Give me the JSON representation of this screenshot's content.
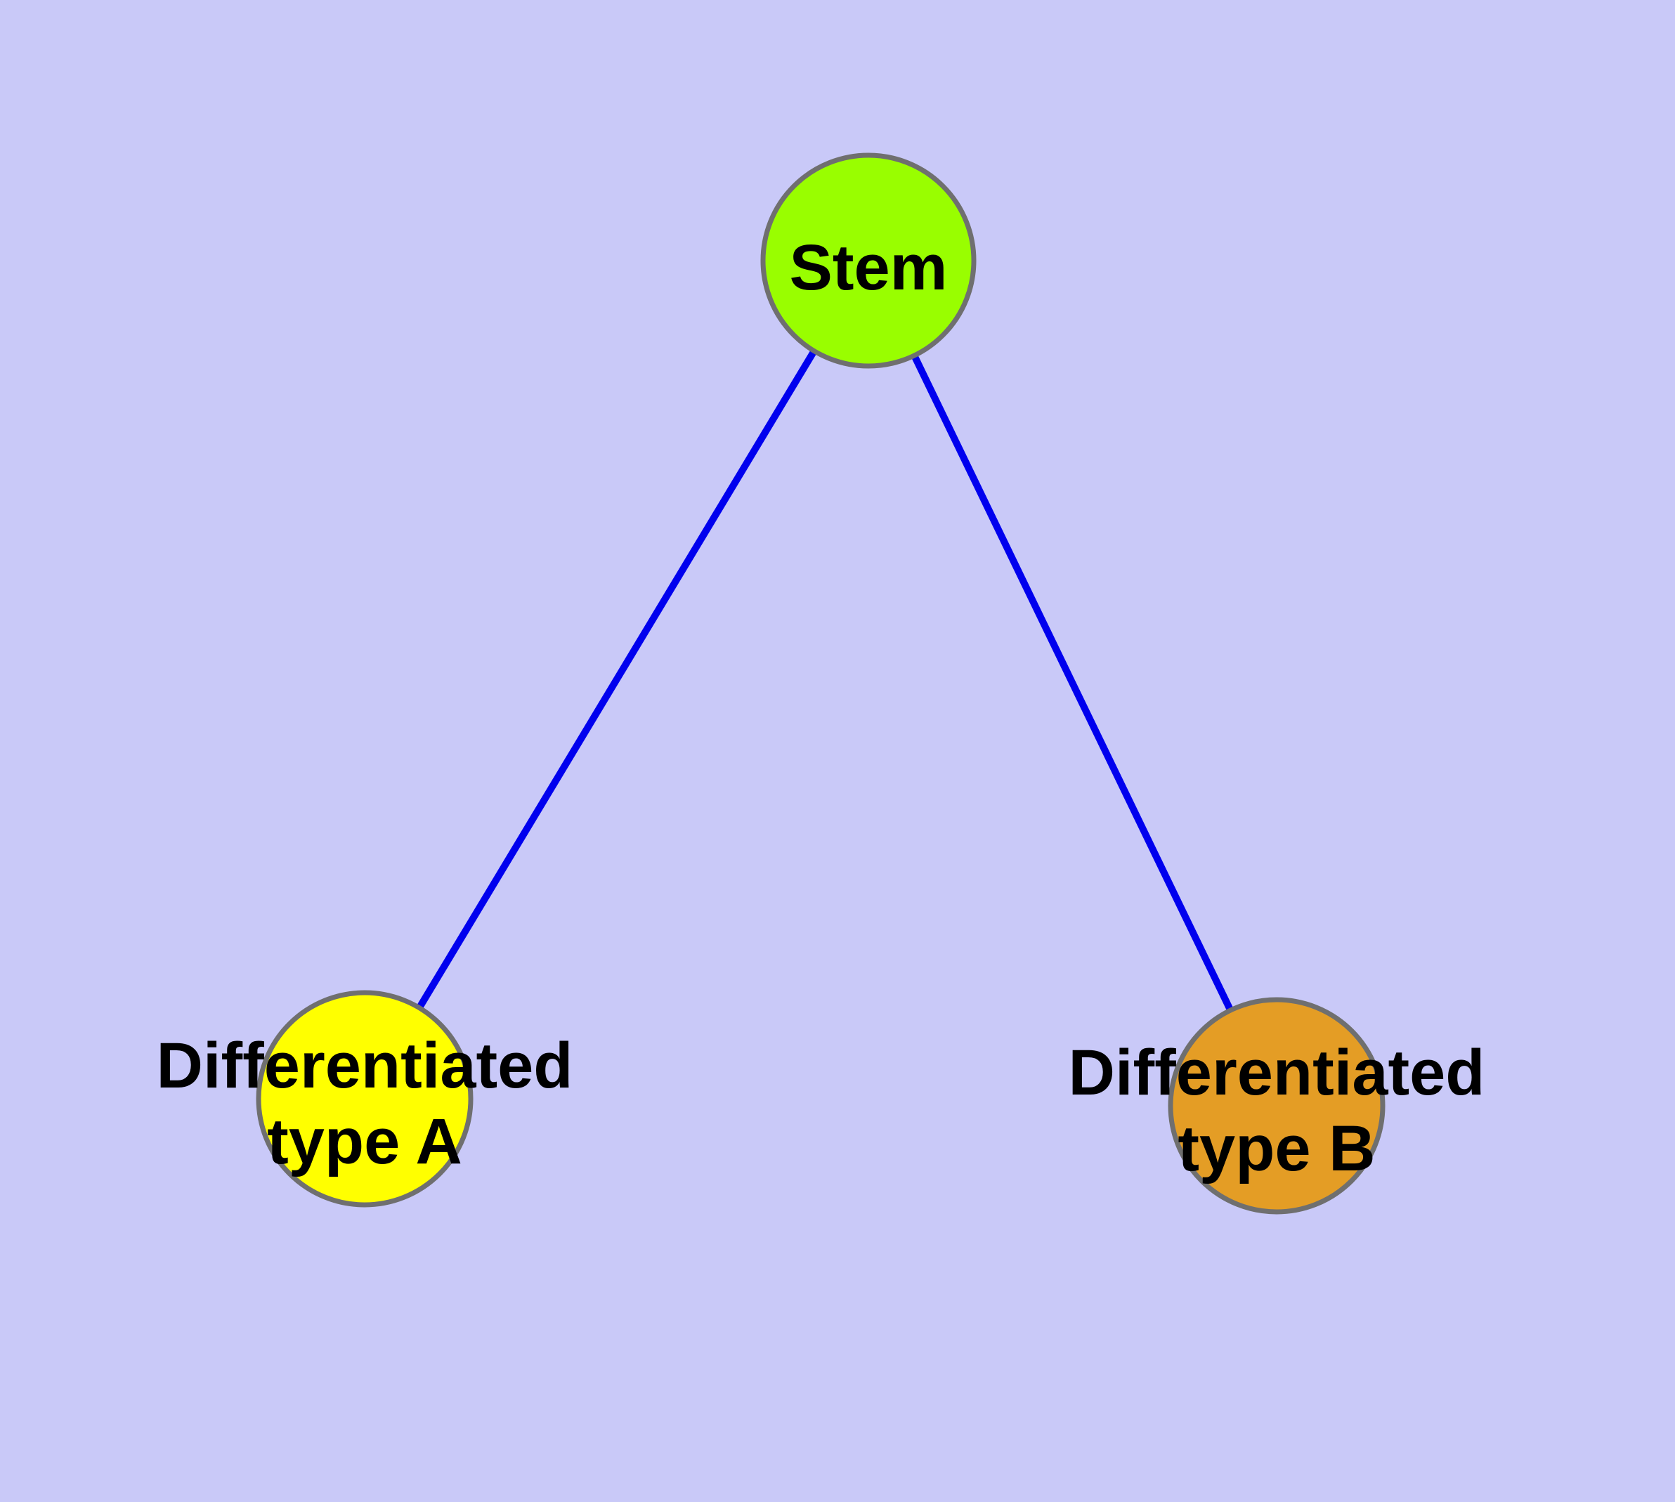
{
  "diagram": {
    "type": "node-link-graph",
    "description": "Cell differentiation hierarchy: a Stem node connected to two differentiated cell type nodes",
    "nodes": {
      "stem": {
        "id": "stem",
        "label": "Stem",
        "fill": "#99FE00"
      },
      "type_a": {
        "id": "type_a",
        "label": "Differentiated type A",
        "label_line1": "Differentiated",
        "label_line2": "type A",
        "fill": "#FFFF00"
      },
      "type_b": {
        "id": "type_b",
        "label": "Differentiated type B",
        "label_line1": "Differentiated",
        "label_line2": "type B",
        "fill": "#E49D25"
      }
    },
    "edges": [
      {
        "from": "Stem",
        "to": "Differentiated type A"
      },
      {
        "from": "Stem",
        "to": "Differentiated type B"
      }
    ],
    "colors": {
      "background": "#C9C9F8",
      "edge": "#0000EE",
      "node_border": "#6F6F6F",
      "label_text": "#000000"
    }
  }
}
